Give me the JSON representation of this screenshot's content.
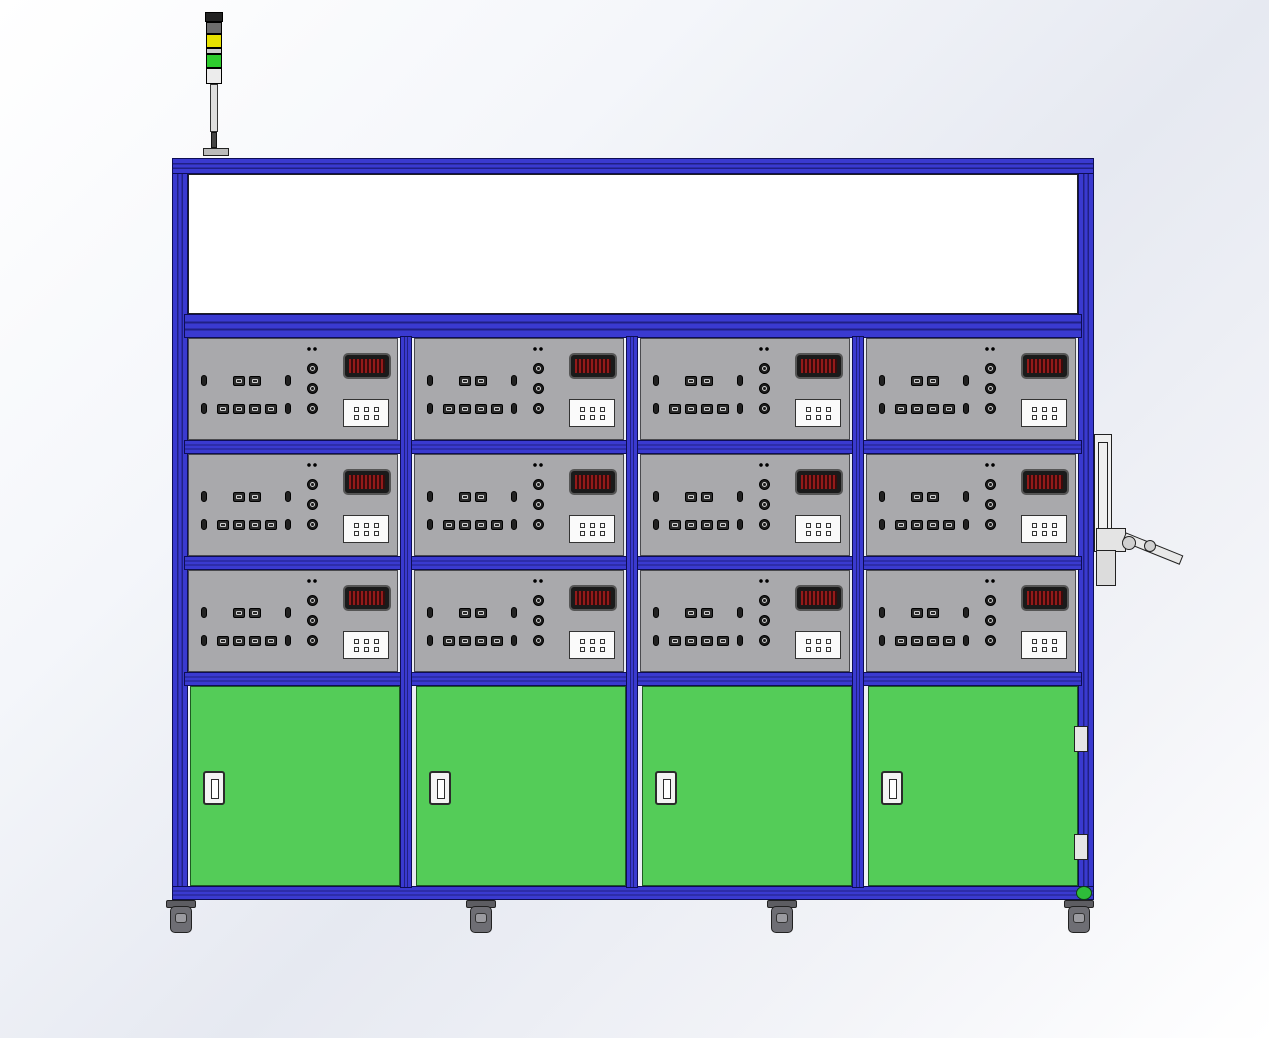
{
  "machine": {
    "panel_count": 12,
    "panel_grid": {
      "rows": 3,
      "cols": 4
    },
    "door_count": 4,
    "caster_count": 4,
    "colors": {
      "frame": "#3a3ad0",
      "frame_edge": "#0d0d55",
      "panel": "#a9a9ac",
      "door": "#54cc58",
      "display": "#a11a1a",
      "signal_red": "#d22020",
      "signal_yellow": "#e8e200",
      "signal_green": "#2ecc2e"
    },
    "icons": {
      "signal_tower": "signal-tower-icon",
      "meter": "digital-meter-icon",
      "outlet": "power-outlet-icon",
      "handle": "door-handle-icon",
      "caster": "caster-wheel-icon",
      "monitor_arm": "monitor-arm-icon"
    }
  }
}
